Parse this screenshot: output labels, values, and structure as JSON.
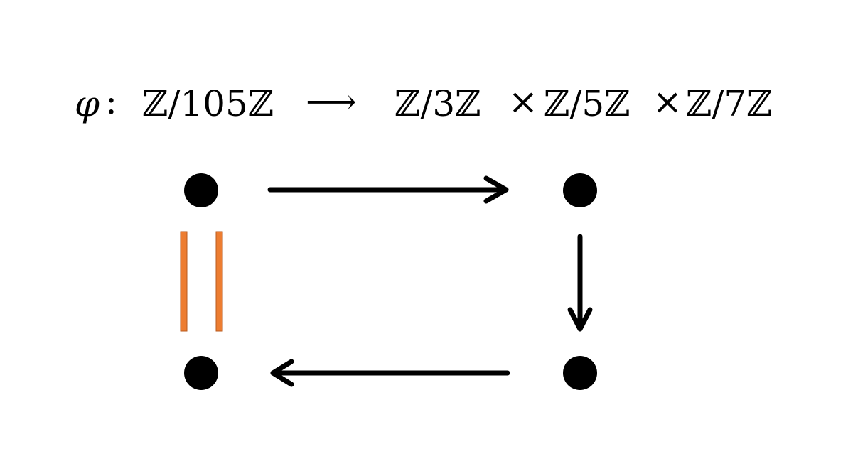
{
  "map_header": {
    "map_symbol": "φ",
    "colon": ":",
    "domain": "ℤ/105ℤ",
    "map_arrow": "⟶",
    "codomain_factors": [
      "ℤ/3ℤ",
      "ℤ/5ℤ",
      "ℤ/7ℤ"
    ],
    "product_symbol": "×"
  },
  "diagram": {
    "nodes": [
      "top-left",
      "top-right",
      "bottom-right",
      "bottom-left"
    ],
    "edges": [
      {
        "from": "top-left",
        "to": "top-right",
        "kind": "arrow"
      },
      {
        "from": "top-right",
        "to": "bottom-right",
        "kind": "arrow"
      },
      {
        "from": "bottom-right",
        "to": "bottom-left",
        "kind": "arrow"
      },
      {
        "from": "bottom-left",
        "to": "top-left",
        "kind": "equality"
      }
    ]
  },
  "colors": {
    "ink": "#000000",
    "equality": "#ED7D31",
    "equality_border": "#B85A1E",
    "background": "#FFFFFF"
  }
}
